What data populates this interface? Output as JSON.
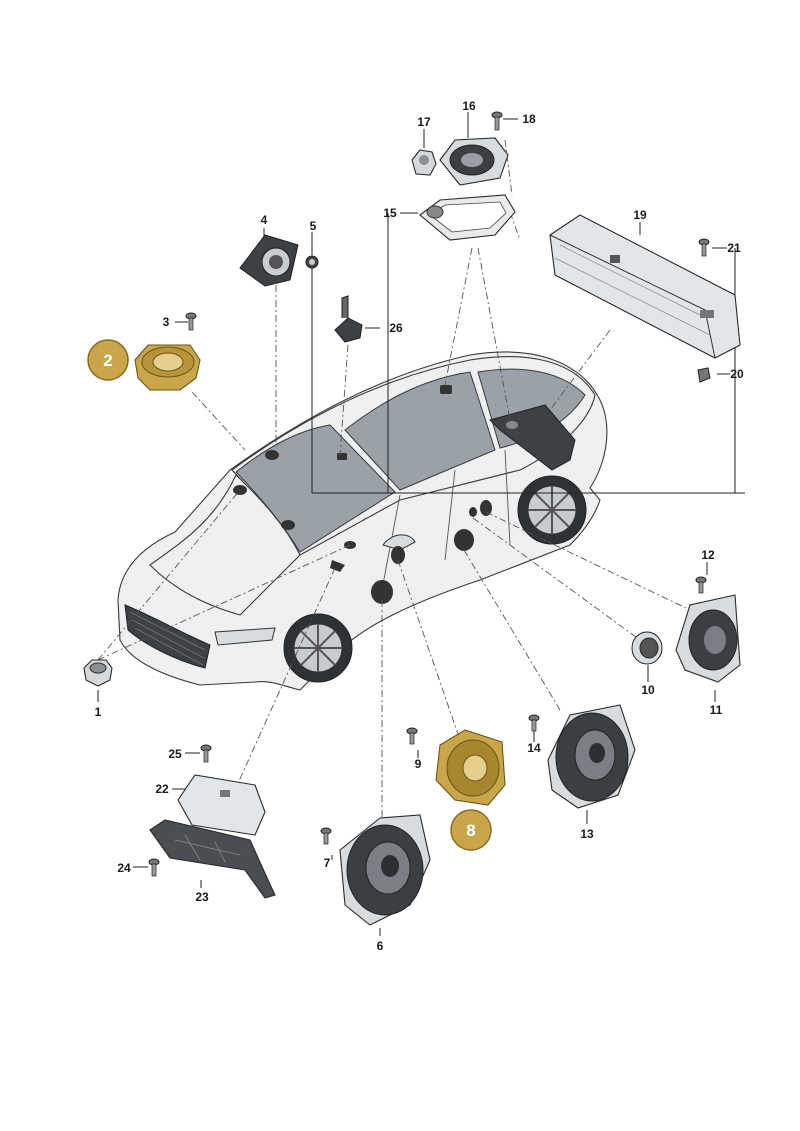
{
  "callouts": [
    {
      "id": "1",
      "label": "1"
    },
    {
      "id": "3",
      "label": "3"
    },
    {
      "id": "4",
      "label": "4"
    },
    {
      "id": "5",
      "label": "5"
    },
    {
      "id": "6",
      "label": "6"
    },
    {
      "id": "7",
      "label": "7"
    },
    {
      "id": "9",
      "label": "9"
    },
    {
      "id": "10",
      "label": "10"
    },
    {
      "id": "11",
      "label": "11"
    },
    {
      "id": "12",
      "label": "12"
    },
    {
      "id": "13",
      "label": "13"
    },
    {
      "id": "14",
      "label": "14"
    },
    {
      "id": "15",
      "label": "15"
    },
    {
      "id": "16",
      "label": "16"
    },
    {
      "id": "17",
      "label": "17"
    },
    {
      "id": "18",
      "label": "18"
    },
    {
      "id": "19",
      "label": "19"
    },
    {
      "id": "20",
      "label": "20"
    },
    {
      "id": "21",
      "label": "21"
    },
    {
      "id": "22",
      "label": "22"
    },
    {
      "id": "23",
      "label": "23"
    },
    {
      "id": "24",
      "label": "24"
    },
    {
      "id": "25",
      "label": "25"
    },
    {
      "id": "26",
      "label": "26"
    }
  ],
  "badges": [
    {
      "id": "2",
      "label": "2"
    },
    {
      "id": "8",
      "label": "8"
    }
  ],
  "colors": {
    "highlight": "#c9a64a",
    "highlight_dark": "#a8862e",
    "line": "#222222"
  }
}
